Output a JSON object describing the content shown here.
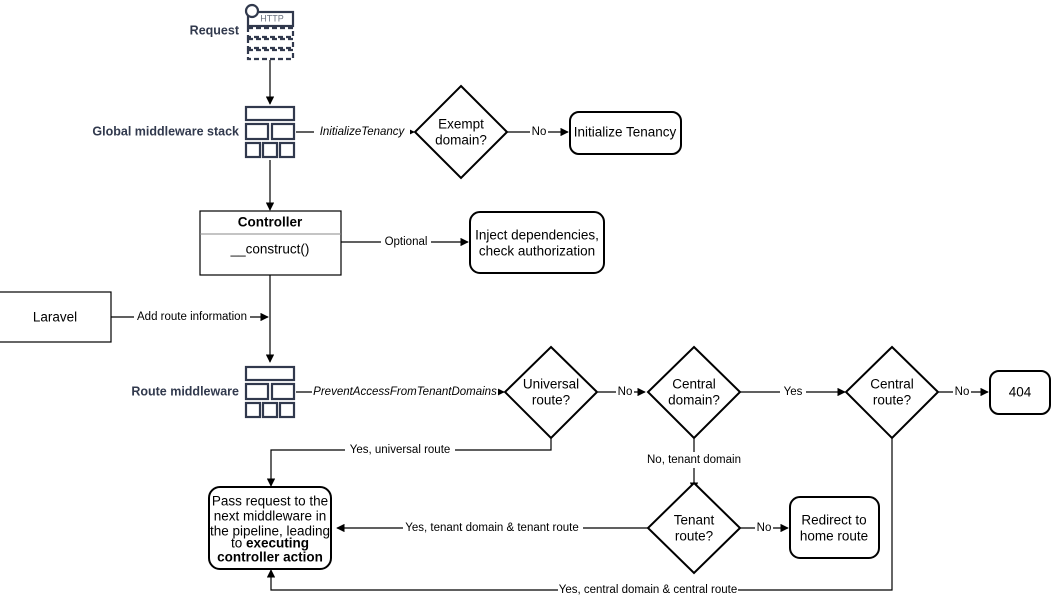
{
  "diagram": {
    "title": "Laravel multi-tenancy request lifecycle flowchart",
    "colors": {
      "stroke": "#000000",
      "icon_accent": "#31394d",
      "label_accent": "#31394d",
      "background": "#ffffff"
    }
  },
  "swimlane_labels": {
    "request": "Request",
    "global_middleware": "Global middleware stack",
    "route_middleware": "Route middleware"
  },
  "icons": {
    "http_packet": "http-request-icon",
    "http_label": "HTTP",
    "middleware_stack": "middleware-stack-icon"
  },
  "nodes": {
    "exempt_domain": "Exempt\ndomain?",
    "exempt_domain_line1": "Exempt",
    "exempt_domain_line2": "domain?",
    "initialize_tenancy": "Initialize Tenancy",
    "controller_title": "Controller",
    "controller_method": "__construct()",
    "inject_line1": "Inject dependencies,",
    "inject_line2": "check authorization",
    "laravel": "Laravel",
    "universal_route_line1": "Universal",
    "universal_route_line2": "route?",
    "central_domain_line1": "Central",
    "central_domain_line2": "domain?",
    "central_route_line1": "Central",
    "central_route_line2": "route?",
    "not_found": "404",
    "tenant_route_line1": "Tenant",
    "tenant_route_line2": "route?",
    "redirect_line1": "Redirect to",
    "redirect_line2": "home route",
    "pass_request_line1": "Pass request to the",
    "pass_request_line2": "next middleware in",
    "pass_request_line3": "the pipeline, leading",
    "pass_request_line4_prefix": "to ",
    "pass_request_line4_bold": "executing",
    "pass_request_line5_bold": "controller action"
  },
  "edges": {
    "initialize_tenancy_mw": "InitializeTenancy",
    "exempt_no": "No",
    "controller_optional": "Optional",
    "add_route_information": "Add route information",
    "prevent_access": "PreventAccessFromTenantDomains",
    "universal_no": "No",
    "universal_yes": "Yes, universal route",
    "central_domain_yes": "Yes",
    "central_domain_no": "No, tenant domain",
    "central_route_no": "No",
    "central_route_yes": "Yes, central domain & central route",
    "tenant_route_yes": "Yes, tenant domain & tenant route",
    "tenant_route_no": "No"
  }
}
